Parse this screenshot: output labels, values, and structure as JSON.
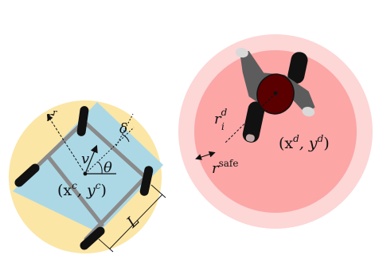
{
  "colors": {
    "robot_disc": "#fbe6a6",
    "robot_body": "#acd8e6",
    "robot_axle": "#8a8a8a",
    "wheel": "#111111",
    "safe_outer": "#fdd6d6",
    "safe_inner": "#fca6a6",
    "human_body": "#5c5c5c",
    "human_head": "#5a0000",
    "human_hand": "#d9d9d9",
    "annotation": "#111111"
  },
  "robot": {
    "radius_label": "r",
    "radius_label_sup": "r",
    "velocity_label": "v",
    "steer_label": "δ",
    "heading_label": "θ",
    "center_label": "(x",
    "center_label_sup1": "c",
    "center_label_mid": ", y",
    "center_label_sup2": "c",
    "center_label_end": ")",
    "length_label": "L"
  },
  "human": {
    "radius_label": "r",
    "radius_label_sup": "d",
    "radius_label_sub": "i",
    "center_label": "(x",
    "center_label_sup1": "d",
    "center_label_mid": ", y",
    "center_label_sup2": "d",
    "center_label_end": ")",
    "safe_label": "r",
    "safe_label_sup": "safe"
  }
}
